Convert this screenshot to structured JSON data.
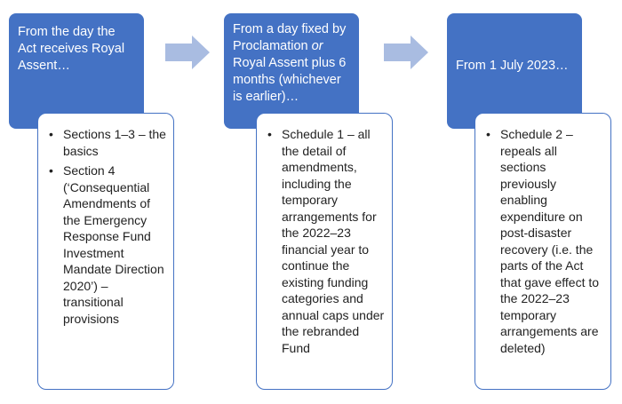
{
  "stages": [
    {
      "header": "From the day the Act receives Royal Assent…",
      "bullets": [
        "Sections 1–3 – the basics",
        "Section 4 (‘Consequential Amendments of the Emergency Response Fund Investment Mandate Direction 2020’) – transitional provisions"
      ]
    },
    {
      "header_part1": "From a day fixed by Proclamation",
      "header_or": "or",
      "header_part2": "Royal Assent plus 6 months (whichever is earlier)…",
      "bullets": [
        "Schedule 1 – all the detail of amendments, including the temporary arrangements for the 2022–23 financial year to continue the existing funding categories and annual caps under the rebranded Fund"
      ]
    },
    {
      "header": "From 1 July 2023…",
      "bullets": [
        "Schedule 2 – repeals all sections previously enabling expenditure on post-disaster recovery (i.e. the parts of the Act that gave effect to the 2022–23 temporary arrangements are deleted)"
      ]
    }
  ],
  "colors": {
    "header_fill": "#4472c4",
    "arrow_fill": "#a9bce1",
    "panel_border": "#4472c4"
  },
  "icons": {
    "flow_arrow": "right-arrow-icon"
  }
}
